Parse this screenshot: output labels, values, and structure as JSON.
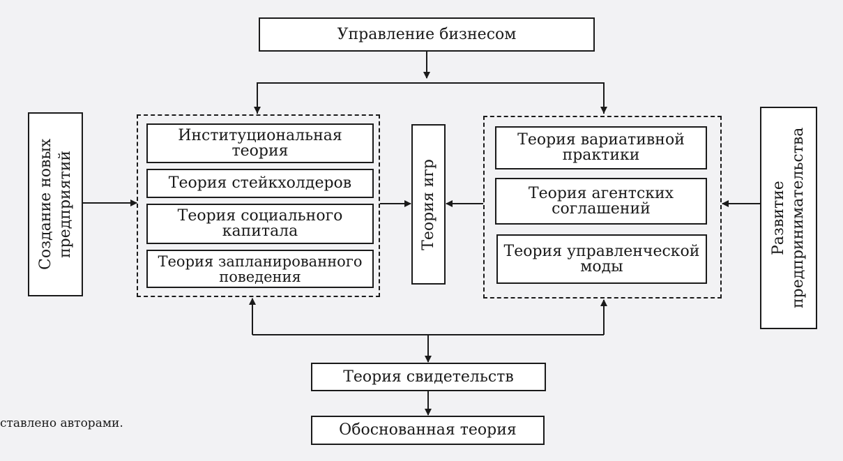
{
  "diagram": {
    "top": {
      "label": "Управление бизнесом"
    },
    "left_side": {
      "label": "Создание новых предприятий"
    },
    "right_side": {
      "label": "Развитие предпринимательства"
    },
    "left_group": {
      "items": [
        {
          "label": "Институциональная теория"
        },
        {
          "label": "Теория стейкхолдеров"
        },
        {
          "label": "Теория социального капитала"
        },
        {
          "label": "Теория запланированного поведения"
        }
      ]
    },
    "center": {
      "label": "Теория игр"
    },
    "right_group": {
      "items": [
        {
          "label": "Теория вариативной практики"
        },
        {
          "label": "Теория агентских соглашений"
        },
        {
          "label": "Теория управленческой моды"
        }
      ]
    },
    "evidence": {
      "label": "Теория свидетельств"
    },
    "grounded": {
      "label": "Обоснованная теория"
    }
  },
  "caption": "ставлено авторами."
}
